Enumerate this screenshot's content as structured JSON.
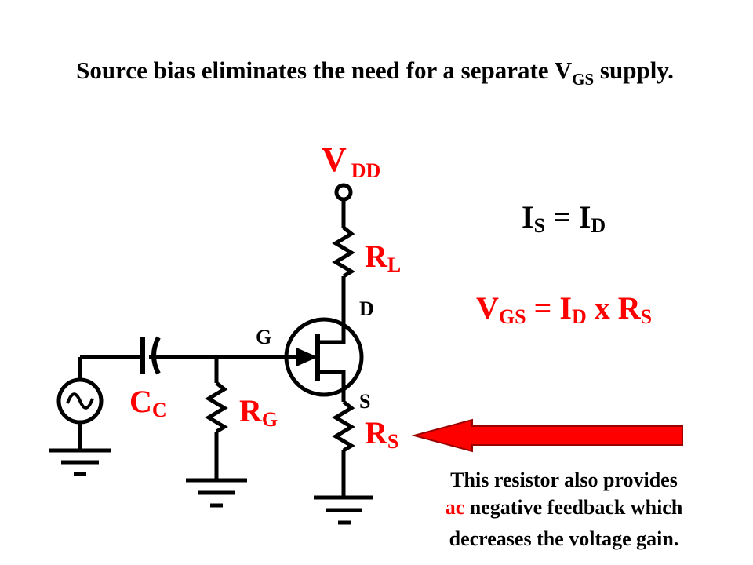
{
  "title": {
    "pre": "Source bias eliminates the need for a separate V",
    "sub": "GS",
    "post": " supply."
  },
  "labels": {
    "vdd": {
      "main": "V",
      "sub": "DD"
    },
    "rl": {
      "main": "R",
      "sub": "L"
    },
    "d": "D",
    "g": "G",
    "s": "S",
    "cc": {
      "main": "C",
      "sub": "C"
    },
    "rg": {
      "main": "R",
      "sub": "G"
    },
    "rs": {
      "main": "R",
      "sub": "S"
    }
  },
  "equations": {
    "eq1": {
      "a": "I",
      "a_sub": "S",
      "mid": " = I",
      "b_sub": "D"
    },
    "eq2": {
      "a": "V",
      "a_sub": "GS",
      "mid": " = I",
      "b_sub": "D",
      "end": " x R",
      "c_sub": "S"
    }
  },
  "note": {
    "line1": "This resistor also provides",
    "line2_highlight": "ac",
    "line2_rest": " negative feedback which",
    "line3": "decreases the voltage gain."
  },
  "colors": {
    "highlight": "#ff0000",
    "arrow_fill": "#ff0000",
    "arrow_stroke": "#990000",
    "line": "#000000"
  }
}
